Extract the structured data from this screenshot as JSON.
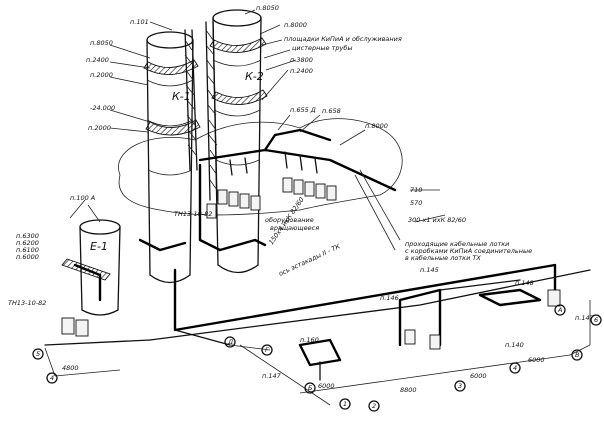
{
  "vessels": {
    "k1": "К-1",
    "k2": "К-2",
    "e1": "Е-1"
  },
  "elevations": {
    "top_left": "п.101",
    "top_left2": "п.8050",
    "right_top": "п.8050",
    "right_8000": "п.8000",
    "left_8050": "п.8050",
    "left_2400": "п.2400",
    "left_2000": "п.2000",
    "mid_3800": "п.3800",
    "mid_2400": "п.2400",
    "neg_2400": "-24.000",
    "left_2000b": "п.2000",
    "r_655": "п.655 Д",
    "r_658": "п.658",
    "r_8000": "п.8000",
    "e1_100": "п.100 А",
    "e1_6300": "п.6300",
    "e1_6200": "п.6200",
    "e1_6100": "п.6100",
    "e1_6000": "п.6000",
    "p_145": "п.145",
    "p_146": "п.146",
    "p_140": "п.140",
    "p_147": "п.147",
    "p_160": "п.160",
    "p_147b": "п.147",
    "p_148": "п.148",
    "s_710": "710",
    "s_570": "570"
  },
  "notes": {
    "platforms_1": "площадки КиПиА и обслуживания",
    "platforms_2": "цистерные трубы",
    "hanger": "ТН13-10-82",
    "hanger2": "ТН13-10-82",
    "equipment": "оборудование",
    "equipment2": "вращающееся",
    "axis_cross": "ось эстакады ІІ - ТК",
    "line_spec": "300 x1 ихК 82/60",
    "line_spec2": "150x4 ихК 82/60",
    "trays_1": "проходящие кабельные лотки",
    "trays_2": "с коробками КиПиА соединительные",
    "trays_3": "в кабельные лотки ТХ"
  },
  "dims": {
    "d1": "4800",
    "d2": "6000",
    "d3": "6000",
    "d4": "8800",
    "d5": "6000"
  },
  "axes": {
    "a1": "5",
    "a2": "4",
    "a3": "Д",
    "a4": "Г",
    "a5": "1",
    "a6": "2",
    "a7": "3",
    "a8": "4",
    "a9": "В",
    "a10": "Б",
    "a11": "А",
    "a12": "6"
  }
}
